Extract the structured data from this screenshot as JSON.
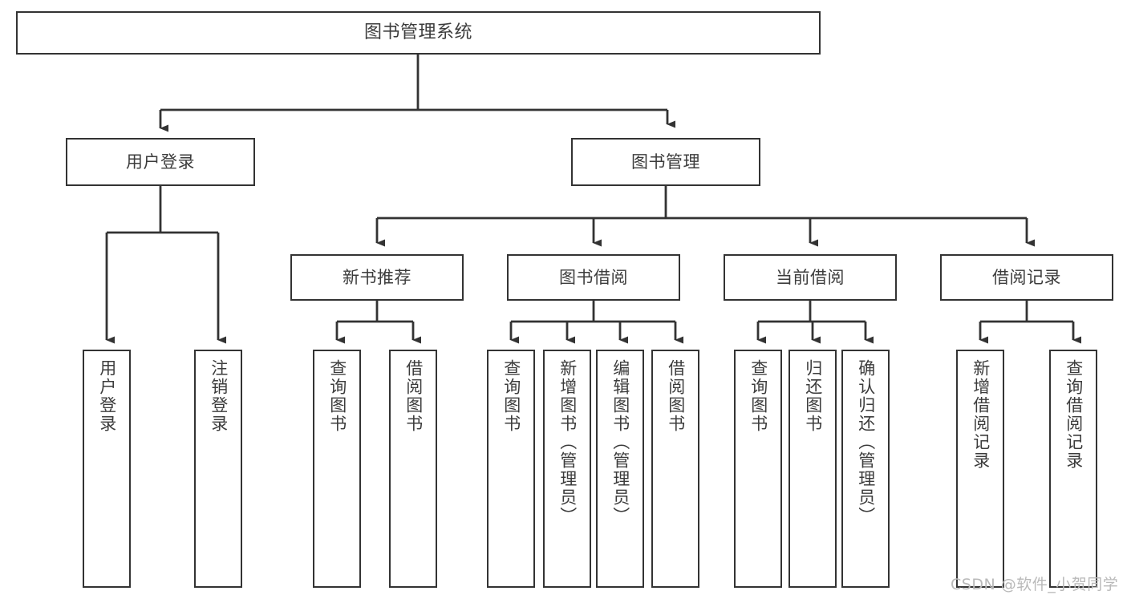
{
  "diagram": {
    "title": "图书管理系统",
    "type": "tree",
    "orientation": "top-down",
    "colors": {
      "box_stroke": "#333333",
      "box_fill": "#ffffff",
      "edge_stroke": "#333333",
      "text": "#3c3c3c",
      "watermark": "#b9b9b9",
      "background": "#ffffff"
    },
    "nodes": {
      "root": {
        "label": "图书管理系统"
      },
      "level1": [
        {
          "id": "user-login",
          "label": "用户登录"
        },
        {
          "id": "book-manage",
          "label": "图书管理"
        }
      ],
      "level2": [
        {
          "id": "new-book-recommend",
          "label": "新书推荐"
        },
        {
          "id": "book-borrow",
          "label": "图书借阅"
        },
        {
          "id": "current-borrow",
          "label": "当前借阅"
        },
        {
          "id": "borrow-record",
          "label": "借阅记录"
        }
      ],
      "leaves": {
        "user-login": [
          {
            "id": "leaf-user-login",
            "label": "用户登录"
          },
          {
            "id": "leaf-logout-login",
            "label": "注销登录"
          }
        ],
        "new-book-recommend": [
          {
            "id": "leaf-query-book-1",
            "label": "查询图书"
          },
          {
            "id": "leaf-borrow-book-1",
            "label": "借阅图书"
          }
        ],
        "book-borrow": [
          {
            "id": "leaf-query-book-2",
            "label": "查询图书"
          },
          {
            "id": "leaf-add-book",
            "label": "新增图书（管理员）"
          },
          {
            "id": "leaf-edit-book",
            "label": "编辑图书（管理员）"
          },
          {
            "id": "leaf-borrow-book-2",
            "label": "借阅图书"
          }
        ],
        "current-borrow": [
          {
            "id": "leaf-query-book-3",
            "label": "查询图书"
          },
          {
            "id": "leaf-return-book",
            "label": "归还图书"
          },
          {
            "id": "leaf-confirm-return",
            "label": "确认归还（管理员）"
          }
        ],
        "borrow-record": [
          {
            "id": "leaf-add-record",
            "label": "新增借阅记录"
          },
          {
            "id": "leaf-query-record",
            "label": "查询借阅记录"
          }
        ]
      }
    },
    "watermark": "CSDN @软件_小贺同学"
  }
}
